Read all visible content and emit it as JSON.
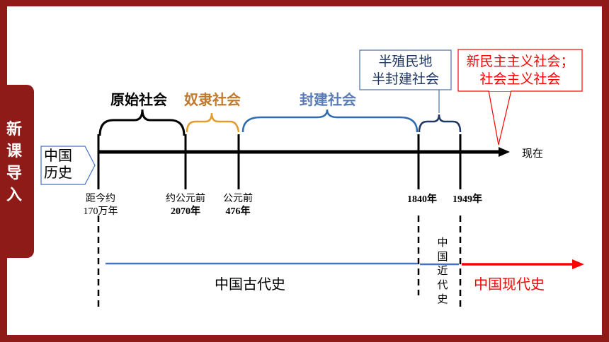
{
  "side_tab": {
    "label": "新课导入"
  },
  "timeline": {
    "start_label_line1": "中国",
    "start_label_line2": "历史",
    "end_label": "现在",
    "periods": [
      {
        "label": "原始社会",
        "color": "#000000"
      },
      {
        "label": "奴隶社会",
        "color": "#c07a2e"
      },
      {
        "label": "封建社会",
        "color": "#5a7bb5"
      }
    ],
    "semi_box": {
      "line1": "半殖民地",
      "line2": "半封建社会",
      "border_color": "#4a6fa5",
      "text_color": "#1f3864"
    },
    "new_box": {
      "line1": "新民主主义社会；",
      "line2": "社会主义社会",
      "color": "#ff0000"
    },
    "dates": [
      {
        "line1": "距今约",
        "line2": "170万年"
      },
      {
        "line1": "约公元前",
        "line2": "2070年"
      },
      {
        "line1": "公元前",
        "line2": "476年"
      },
      {
        "line1": "1840年",
        "line2": ""
      },
      {
        "line1": "1949年",
        "line2": ""
      }
    ]
  },
  "eras": {
    "ancient": "中国古代史",
    "modern_chars": [
      "中",
      "国",
      "近",
      "代",
      "史"
    ],
    "contemporary": "中国现代史",
    "ancient_line_color": "#4472c4",
    "contemporary_color": "#ff0000"
  }
}
